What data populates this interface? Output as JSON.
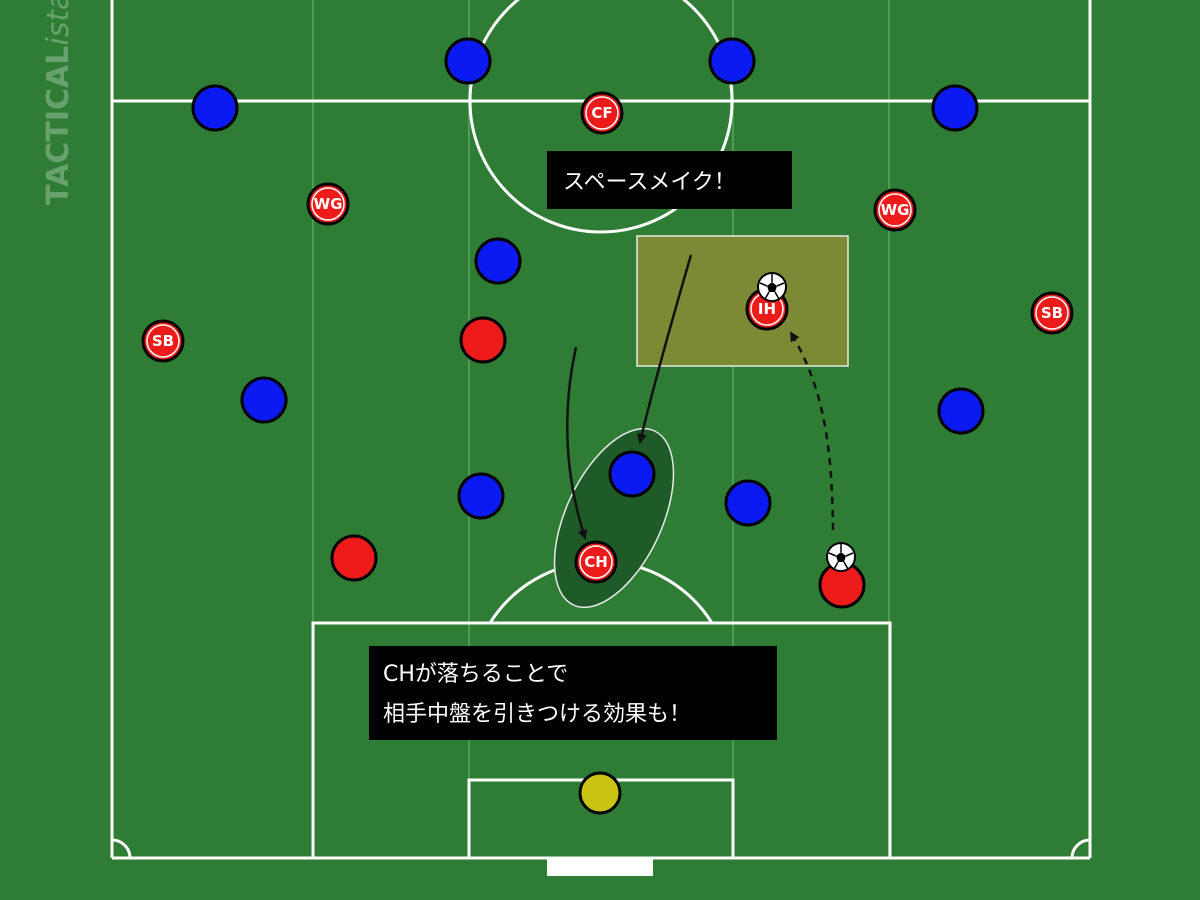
{
  "watermark": {
    "brand": "TACTICAL",
    "suffix": "ista"
  },
  "colors": {
    "pitch": "#2f7d35",
    "lane_line": "#4e9a56",
    "line": "#ffffff",
    "team_red": "#ee1b1b",
    "team_blue": "#0b19f2",
    "goalkeeper": "#c9c414",
    "highlight_zone": "#7d8a35",
    "focus_zone": "#1f5b28",
    "callout_bg": "#000000"
  },
  "callouts": [
    {
      "id": "space-make",
      "lines": [
        "スペースメイク！"
      ]
    },
    {
      "id": "ch-drop",
      "lines": [
        "CHが落ちることで",
        "相手中盤を引きつける効果も！"
      ]
    }
  ],
  "players": [
    {
      "team": "blue",
      "role": ""
    },
    {
      "team": "blue",
      "role": ""
    },
    {
      "team": "blue",
      "role": ""
    },
    {
      "team": "blue",
      "role": ""
    },
    {
      "team": "blue",
      "role": ""
    },
    {
      "team": "blue",
      "role": ""
    },
    {
      "team": "blue",
      "role": ""
    },
    {
      "team": "blue",
      "role": ""
    },
    {
      "team": "blue",
      "role": ""
    },
    {
      "team": "blue",
      "role": ""
    },
    {
      "team": "red",
      "role": "CF"
    },
    {
      "team": "red",
      "role": "WG"
    },
    {
      "team": "red",
      "role": "WG"
    },
    {
      "team": "red",
      "role": "SB"
    },
    {
      "team": "red",
      "role": "SB"
    },
    {
      "team": "red",
      "role": "IH"
    },
    {
      "team": "red",
      "role": "CH"
    },
    {
      "team": "red",
      "role": ""
    },
    {
      "team": "red",
      "role": ""
    },
    {
      "team": "red",
      "role": ""
    },
    {
      "team": "goalkeeper",
      "role": ""
    }
  ],
  "balls": 2
}
